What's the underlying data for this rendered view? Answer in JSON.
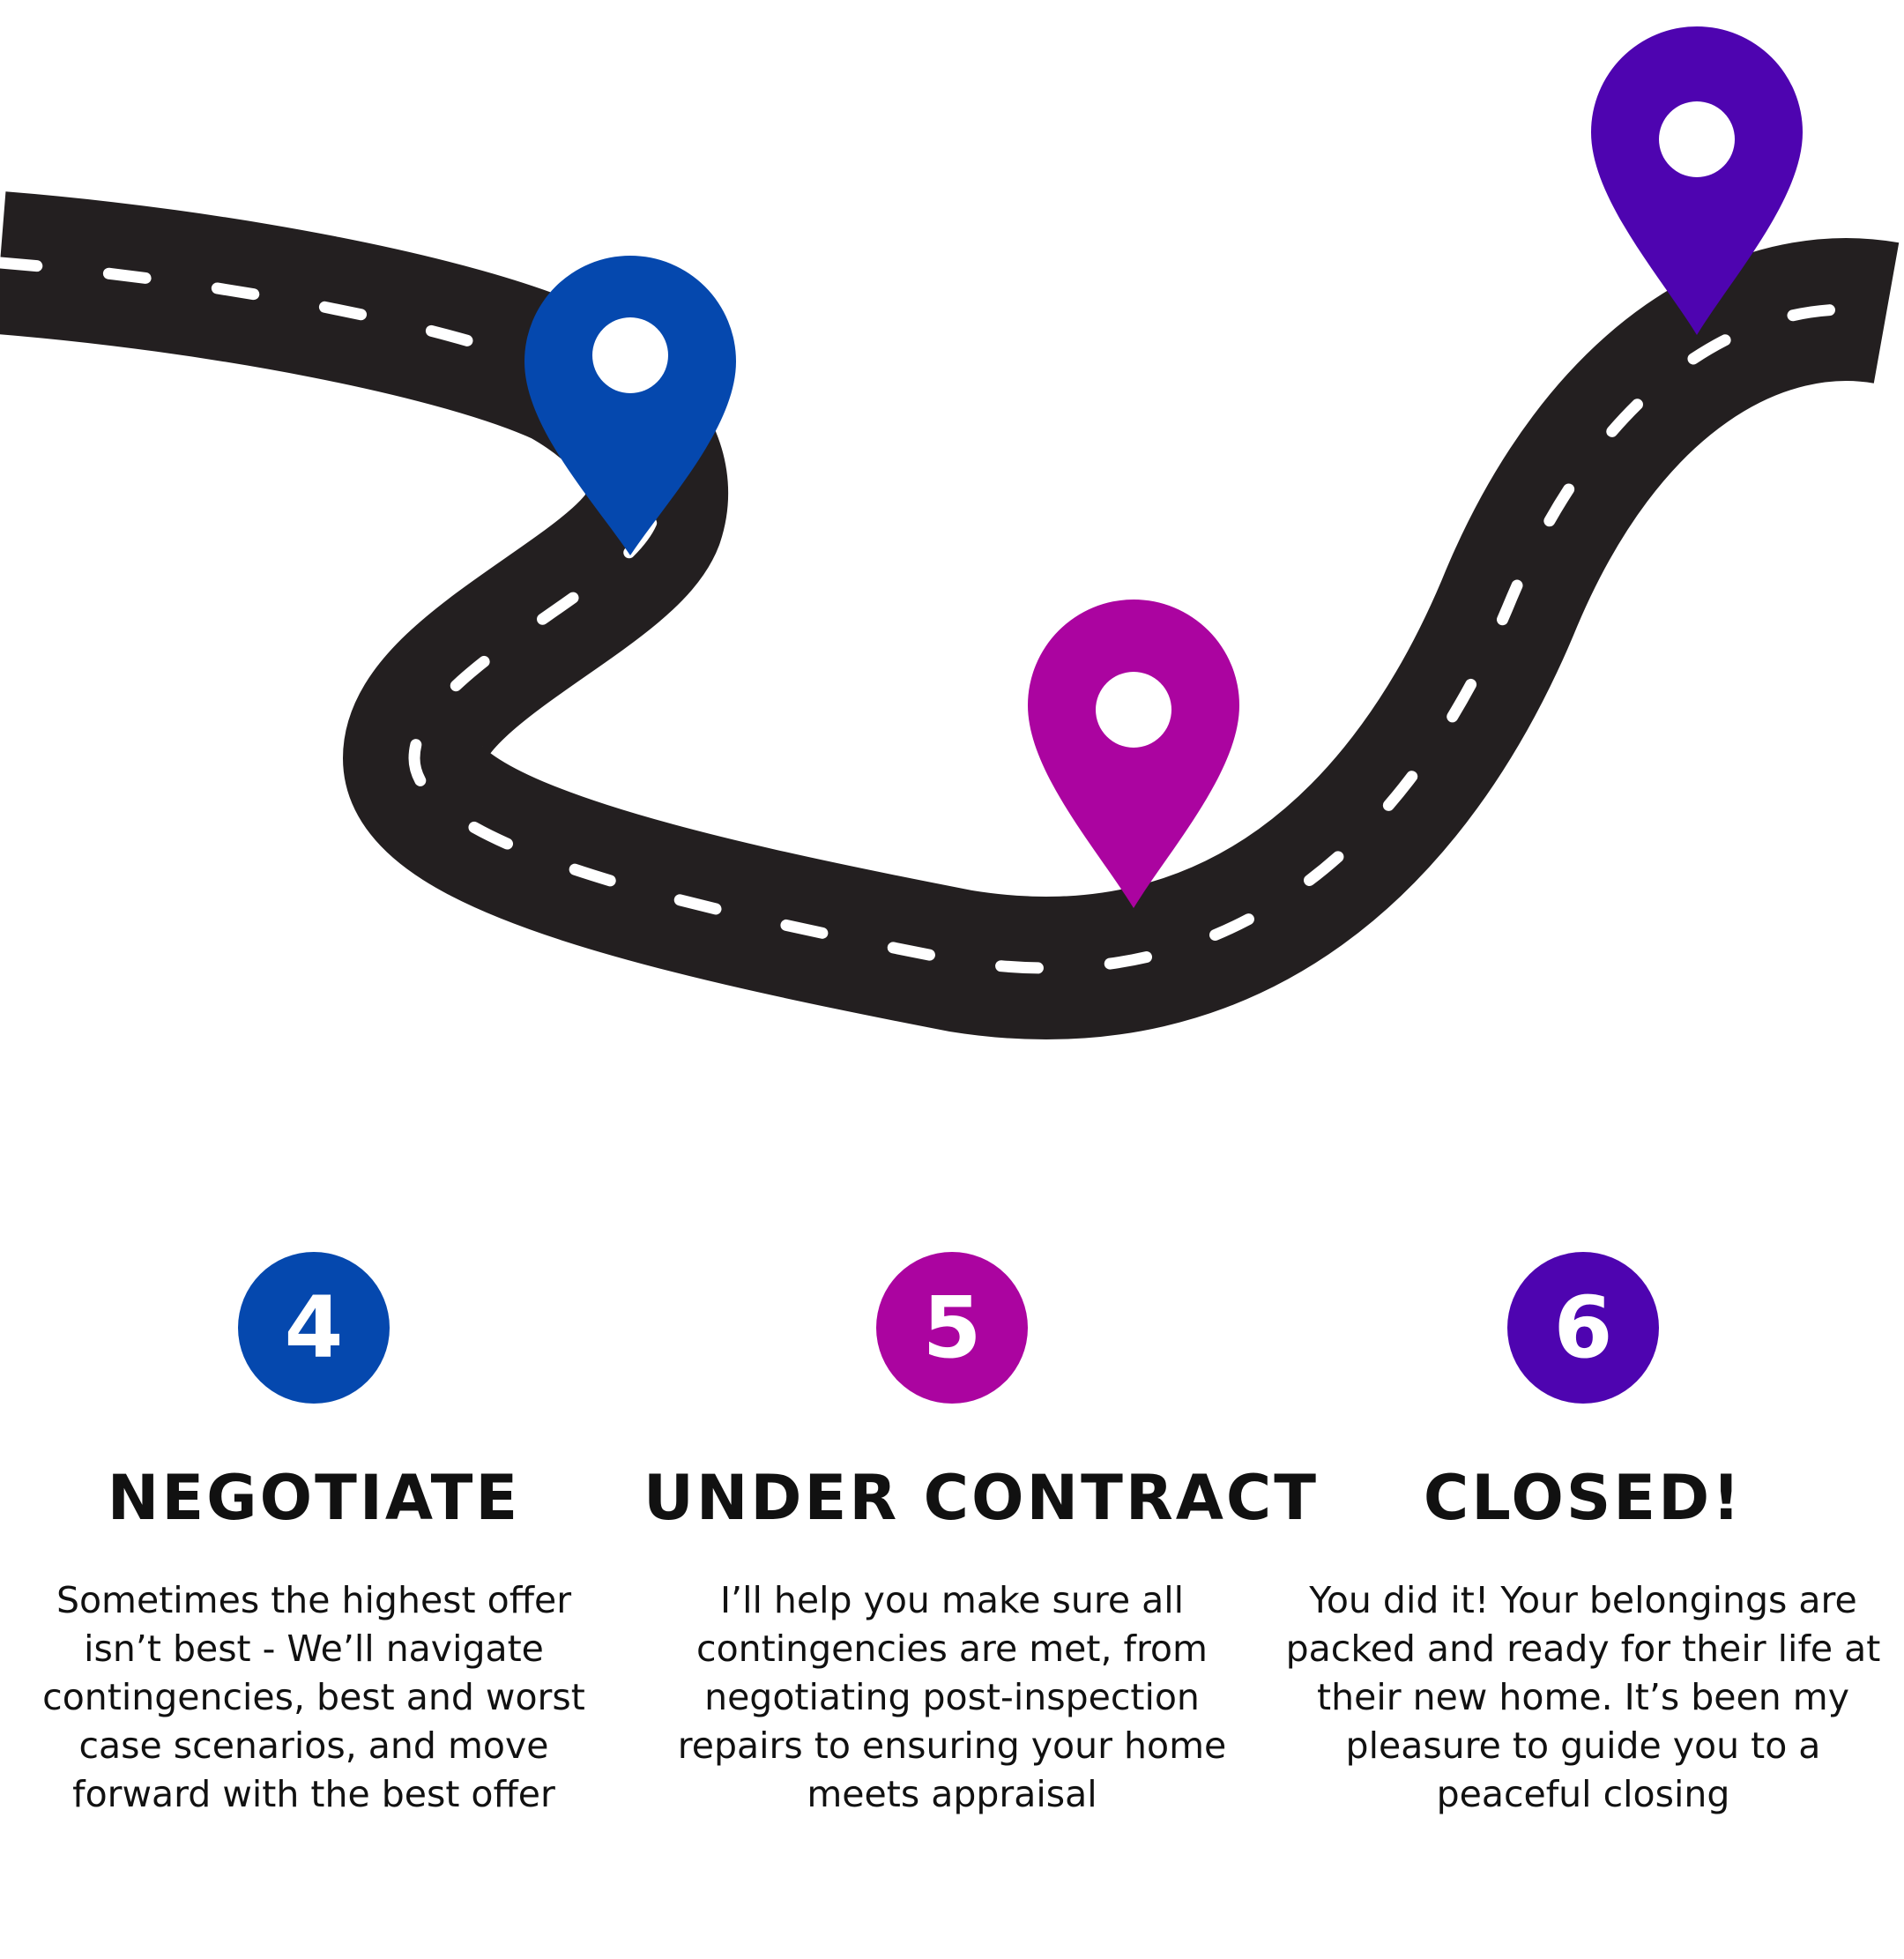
{
  "colors": {
    "road": "#231f20",
    "lane": "#ffffff",
    "step4": "#0548ae",
    "step5": "#ab04a0",
    "step6": "#4e04b0"
  },
  "steps": [
    {
      "number": "4",
      "title": "NEGOTIATE",
      "description": "Sometimes the highest offer isn’t best - We’ll navigate contingencies, best and worst case scenarios, and move forward with the best offer"
    },
    {
      "number": "5",
      "title": "UNDER CONTRACT",
      "description": "I’ll help you make sure all contingencies are met, from negotiating post-inspection repairs to ensuring your home meets appraisal"
    },
    {
      "number": "6",
      "title": "CLOSED!",
      "description": "You did it! Your belongings are packed and ready for their life at their new home. It’s been my pleasure to guide you to a peaceful closing"
    }
  ],
  "icons": {
    "pin_4": "map-pin-icon",
    "pin_5": "map-pin-icon",
    "pin_6": "map-pin-icon"
  }
}
